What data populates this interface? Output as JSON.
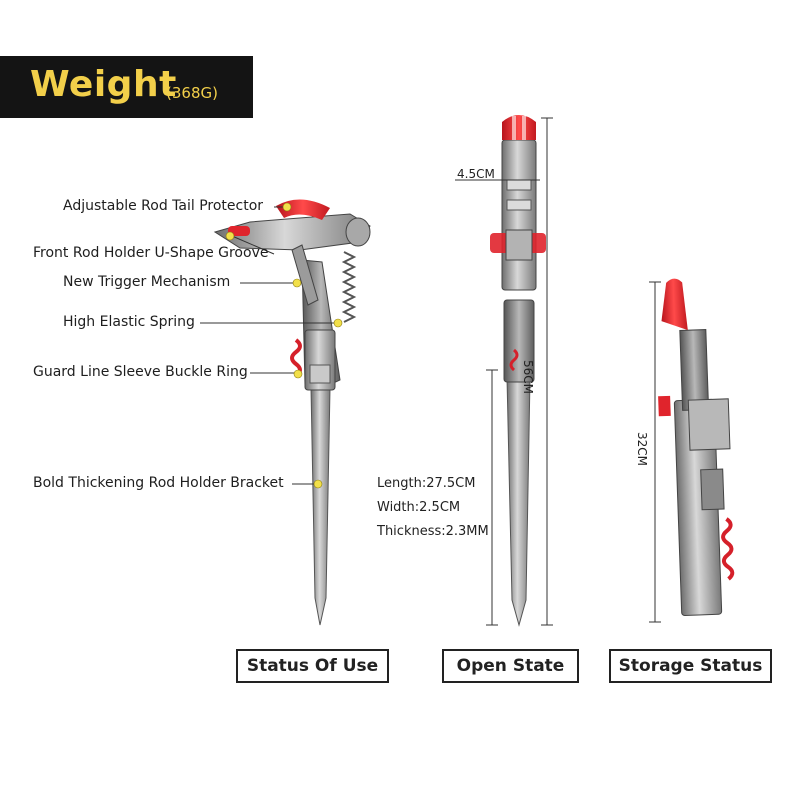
{
  "weight": {
    "title": "Weight",
    "value": "(368G)"
  },
  "callouts": [
    "Adjustable Rod Tail Protector",
    "Front Rod Holder U-Shape Groove",
    "New Trigger Mechanism",
    "High Elastic Spring",
    "Guard Line Sleeve Buckle Ring",
    "Bold Thickening Rod Holder Bracket"
  ],
  "dimensions": {
    "width": "4.5CM",
    "open_length": "56CM",
    "storage_length": "32CM"
  },
  "specs": {
    "length": "Length:27.5CM",
    "width": "Width:2.5CM",
    "thickness": "Thickness:2.3MM"
  },
  "states": [
    "Status Of Use",
    "Open State",
    "Storage Status"
  ],
  "colors": {
    "badge_bg": "#141414",
    "badge_text": "#f2cf4a",
    "accent_red": "#e0242c",
    "metal": "#9a9a9a",
    "dot": "#f2e04a"
  }
}
